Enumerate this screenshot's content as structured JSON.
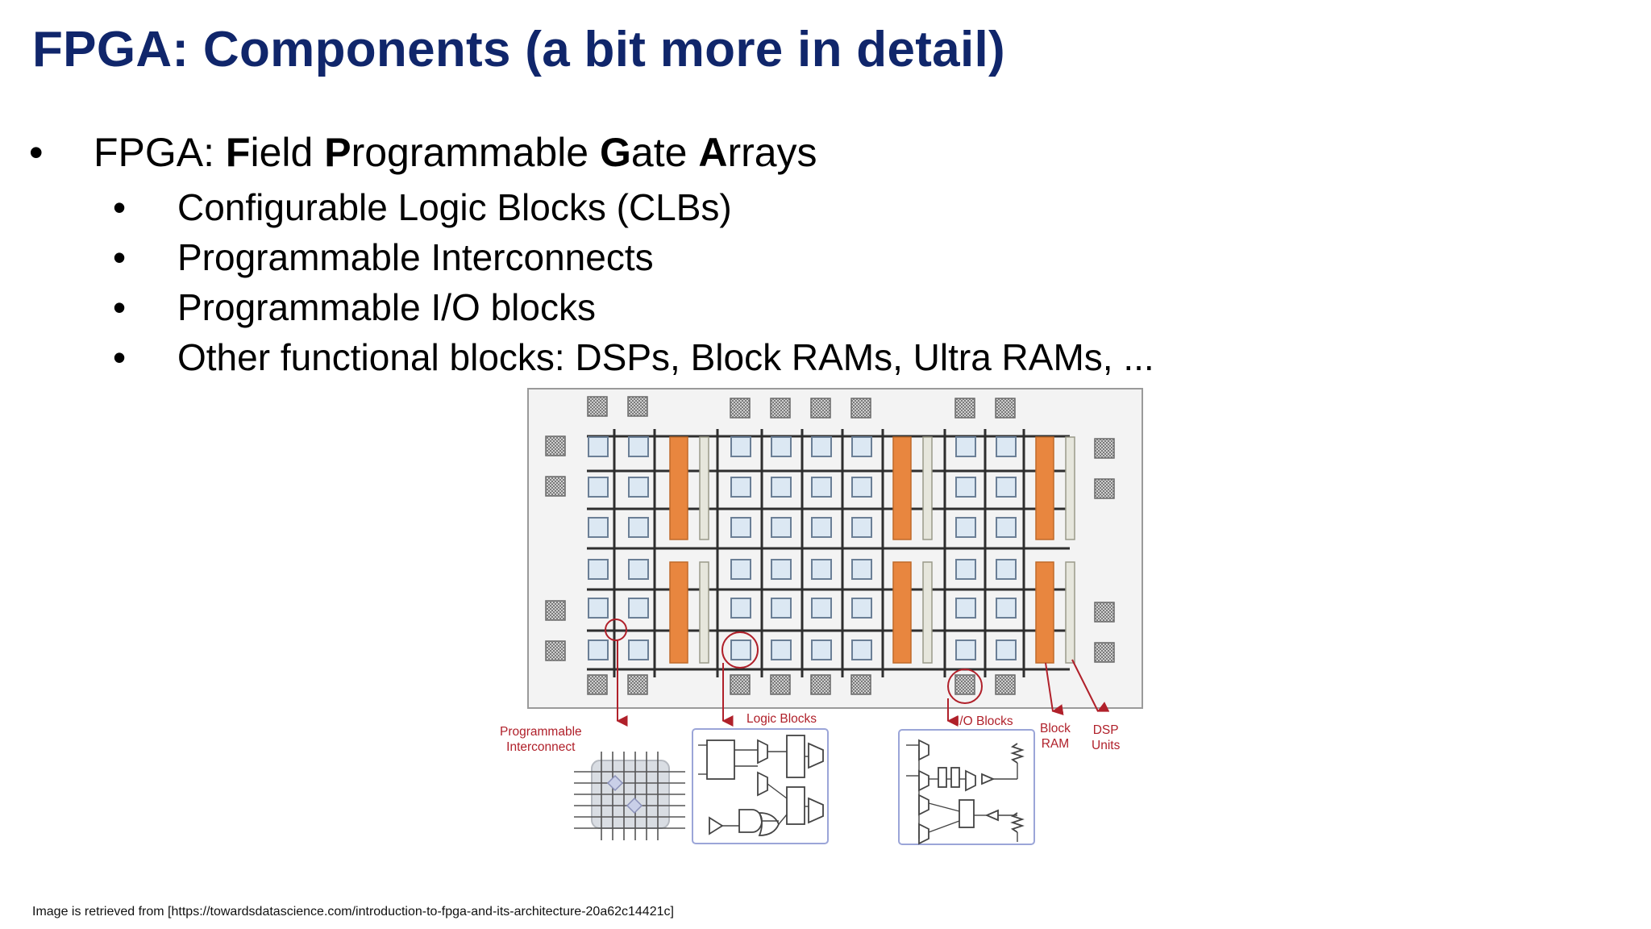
{
  "title": "FPGA: Components (a bit more in detail)",
  "bullet_main": {
    "bullet": "•",
    "prefix": "FPGA: ",
    "parts": [
      {
        "bold": "F",
        "rest": "ield "
      },
      {
        "bold": "P",
        "rest": "rogrammable "
      },
      {
        "bold": "G",
        "rest": "ate "
      },
      {
        "bold": "A",
        "rest": "rrays"
      }
    ]
  },
  "sub_bullets": [
    {
      "bullet": "•",
      "text": "Configurable Logic Blocks (CLBs)"
    },
    {
      "bullet": "•",
      "text": "Programmable Interconnects"
    },
    {
      "bullet": "•",
      "text": "Programmable I/O blocks"
    },
    {
      "bullet": "•",
      "text": "Other functional blocks: DSPs, Block RAMs, Ultra RAMs, ..."
    }
  ],
  "figure_labels": {
    "interconnect_line1": "Programmable",
    "interconnect_line2": "Interconnect",
    "logic_blocks": "Logic Blocks",
    "io_blocks": "I/O Blocks",
    "block_ram_line1": "Block",
    "block_ram_line2": "RAM",
    "dsp_line1": "DSP",
    "dsp_line2": "Units"
  },
  "caption": "Image  is  retrieved   from [https://towardsdatascience.com/introduction-to-fpga-and-its-architecture-20a62c14421c]",
  "colors": {
    "title": "#10266b",
    "bram": "#e8863f",
    "annotation": "#b0202a",
    "clb_fill": "#dce8f3",
    "clb_stroke": "#6b7f96"
  }
}
